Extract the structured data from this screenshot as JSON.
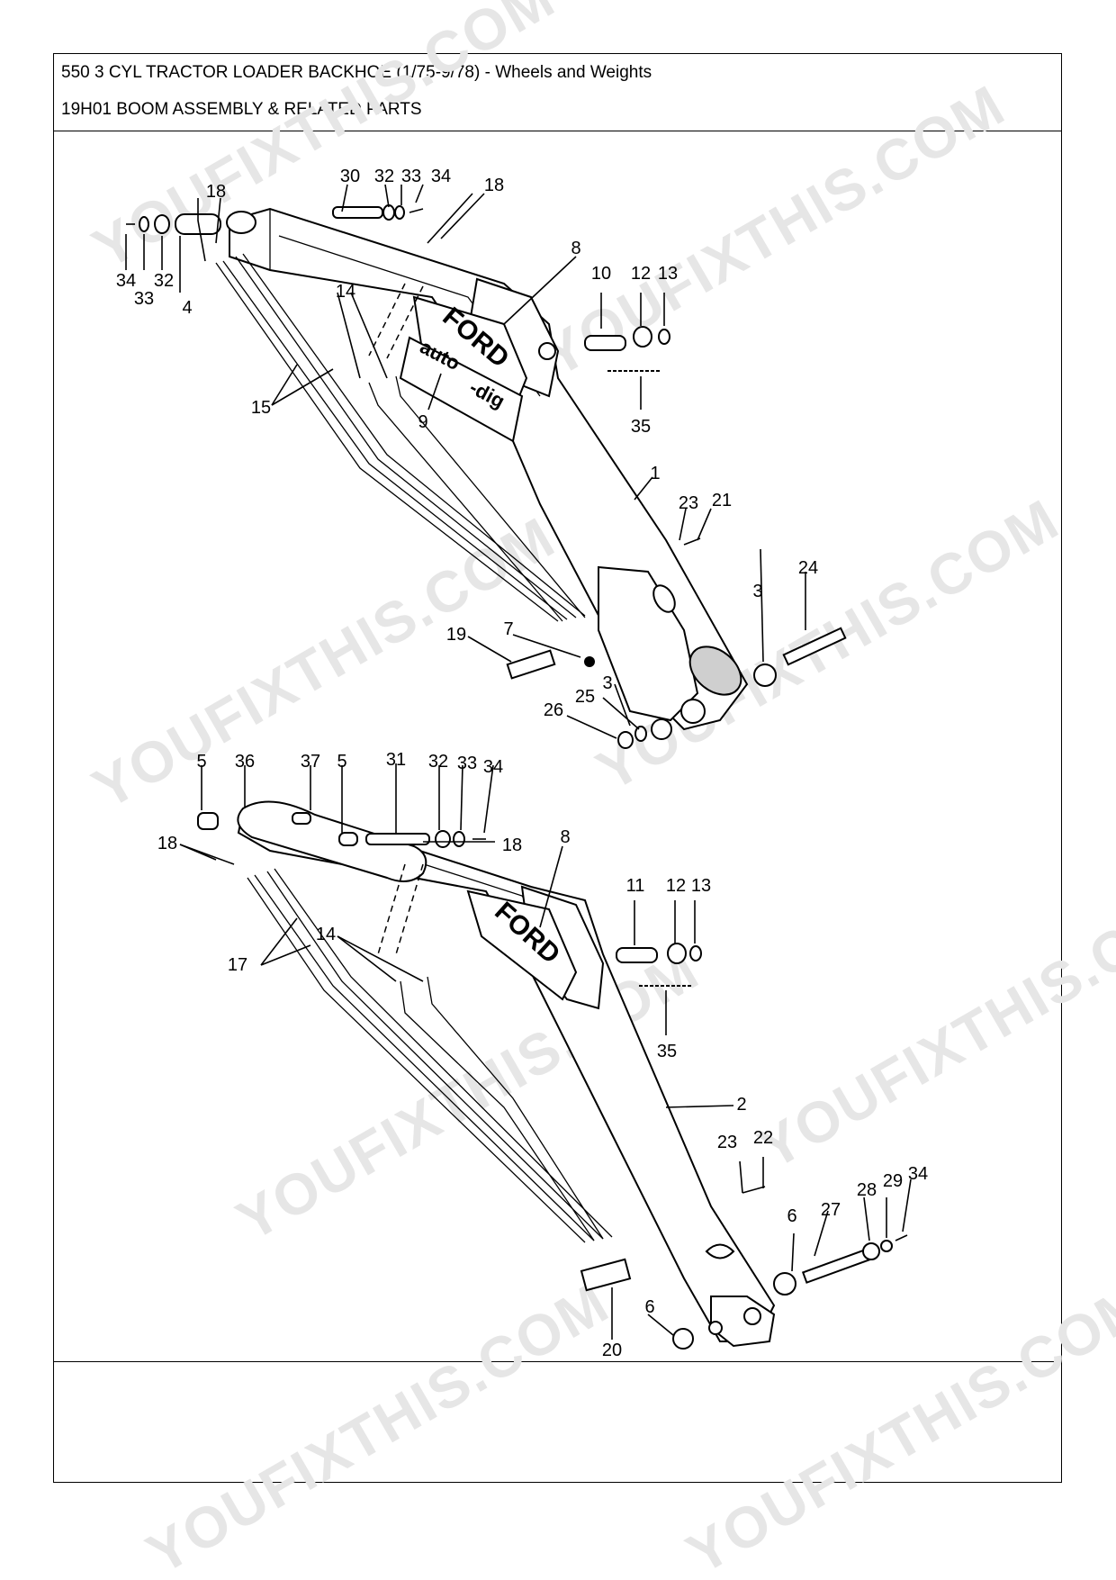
{
  "header": {
    "title": "550 3 CYL TRACTOR LOADER BACKHOE (1/75-9/78) - Wheels and Weights",
    "section": "19H01 BOOM ASSEMBLY & RELATED PARTS"
  },
  "diagram": {
    "brand_text": "FORD",
    "decal_text_1": "auto",
    "decal_text_2": "-dig",
    "watermark": "YOUFIXTHIS.COM",
    "labels": {
      "n1": "1",
      "n2": "2",
      "n3": "3",
      "n4": "4",
      "n5": "5",
      "n6": "6",
      "n7": "7",
      "n8": "8",
      "n9": "9",
      "n10": "10",
      "n11": "11",
      "n12": "12",
      "n13": "13",
      "n14": "14",
      "n15": "15",
      "n17": "17",
      "n18": "18",
      "n19": "19",
      "n20": "20",
      "n21": "21",
      "n22": "22",
      "n23": "23",
      "n24": "24",
      "n25": "25",
      "n26": "26",
      "n27": "27",
      "n28": "28",
      "n29": "29",
      "n30": "30",
      "n31": "31",
      "n32": "32",
      "n33": "33",
      "n34": "34",
      "n35": "35",
      "n36": "36",
      "n37": "37"
    }
  }
}
